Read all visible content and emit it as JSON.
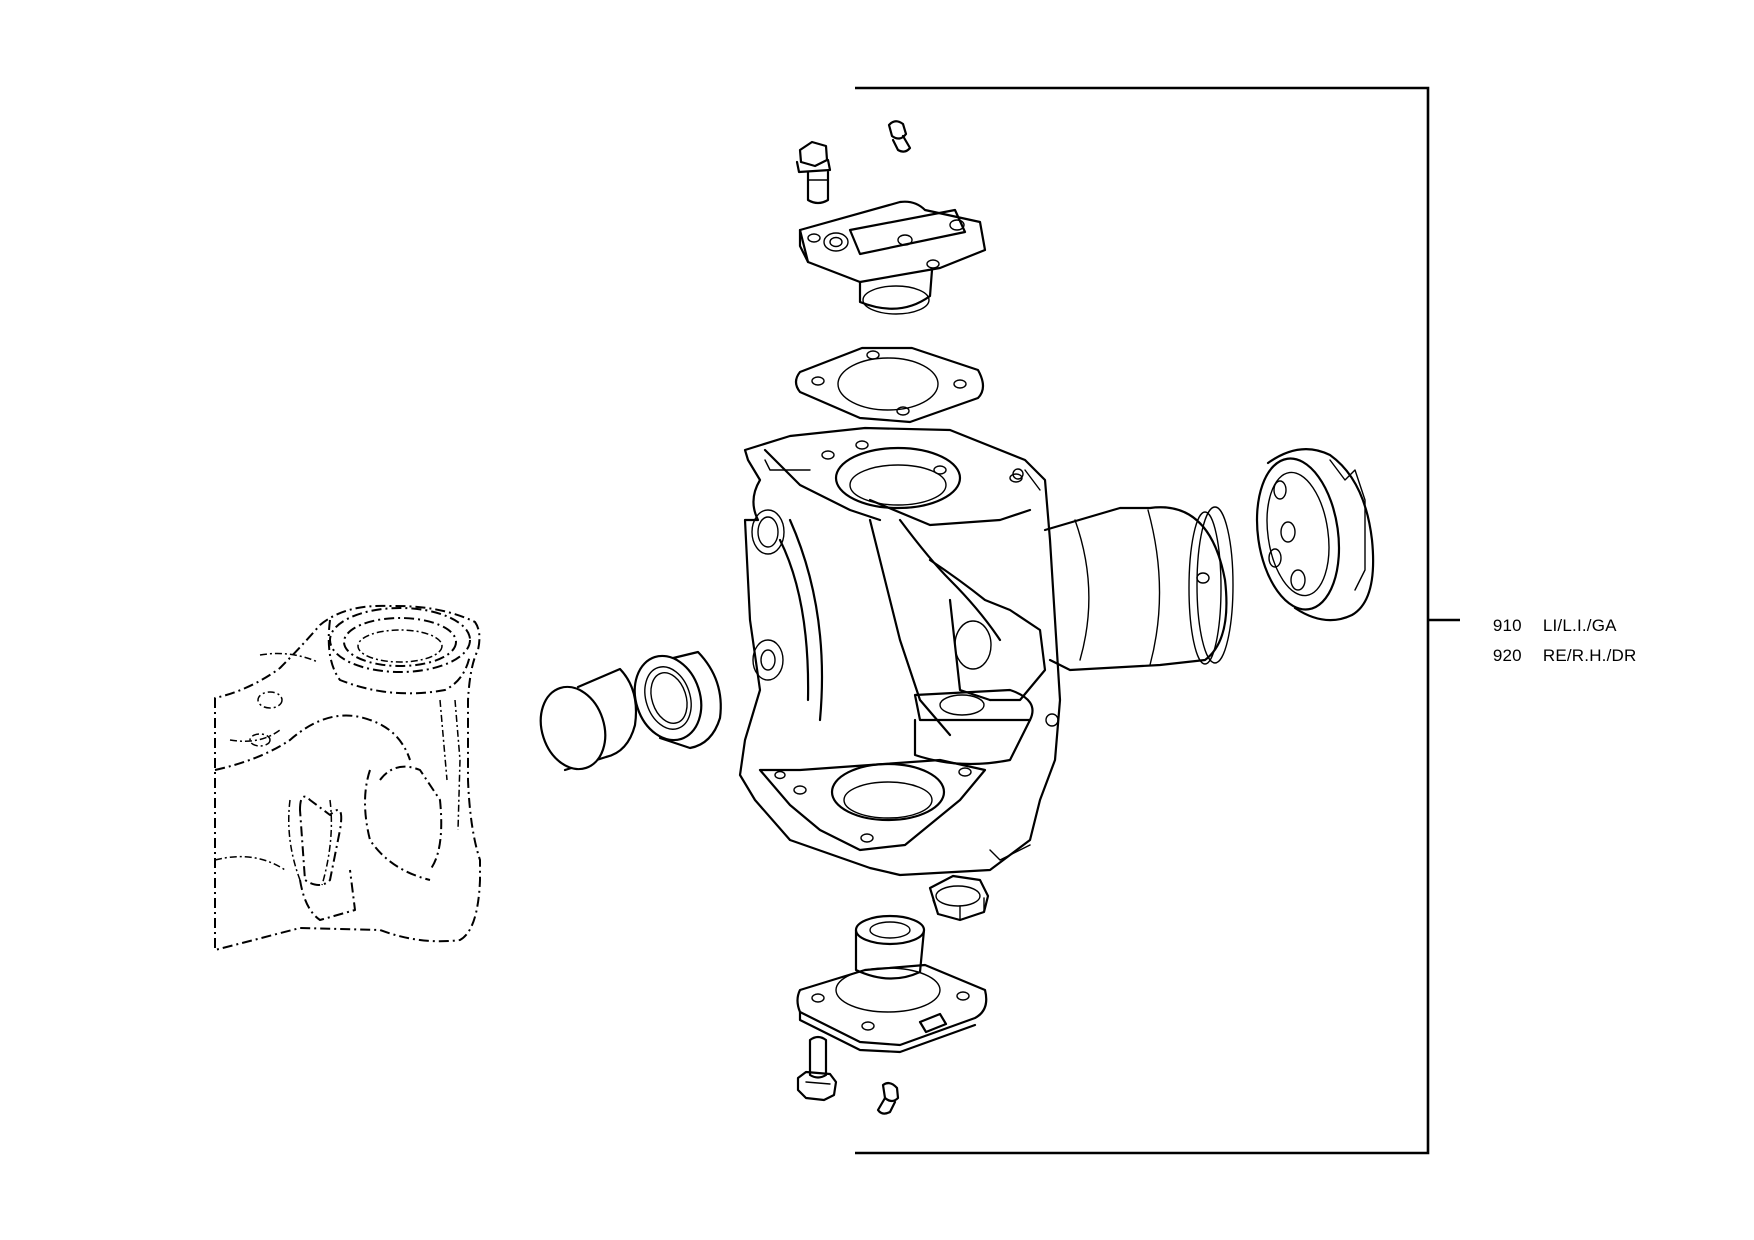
{
  "callouts": [
    {
      "number": "910",
      "text": "LI/L.I./GA"
    },
    {
      "number": "920",
      "text": "RE/R.H./DR"
    }
  ]
}
